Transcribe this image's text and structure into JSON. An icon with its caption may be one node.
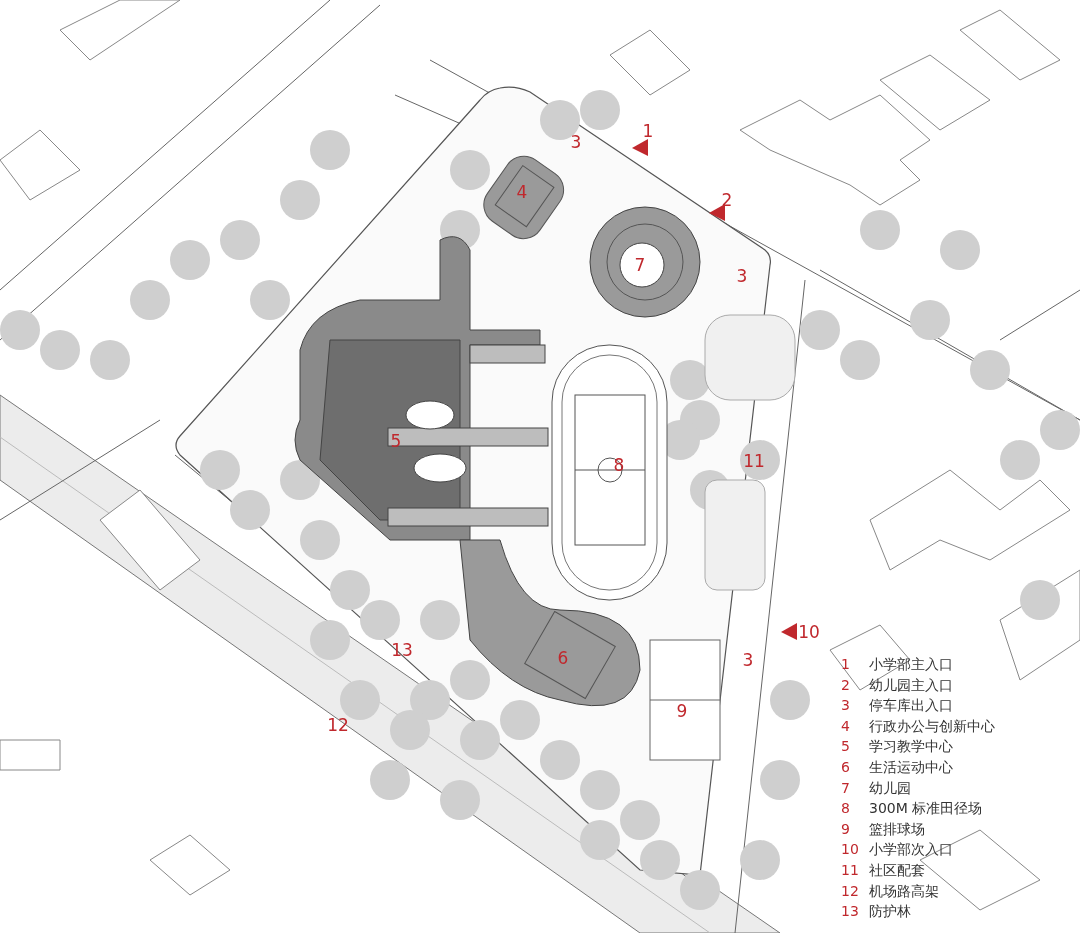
{
  "diagram": {
    "labels": [
      "1",
      "3",
      "4",
      "2",
      "7",
      "3",
      "5",
      "11",
      "8",
      "10",
      "13",
      "6",
      "3",
      "9",
      "12",
      "1",
      "小学部主入口",
      "2",
      "幼儿园主入口",
      "3",
      "停车库出入口",
      "4",
      "行政办公与创新中心",
      "5",
      "学习教学中心",
      "6",
      "生活运动中心",
      "7",
      "幼儿园",
      "8",
      "300M 标准田径场",
      "9",
      "篮排球场",
      "10",
      "小学部次入口",
      "11",
      "社区配套",
      "12",
      "机场路高架",
      "13",
      "防护林"
    ]
  }
}
